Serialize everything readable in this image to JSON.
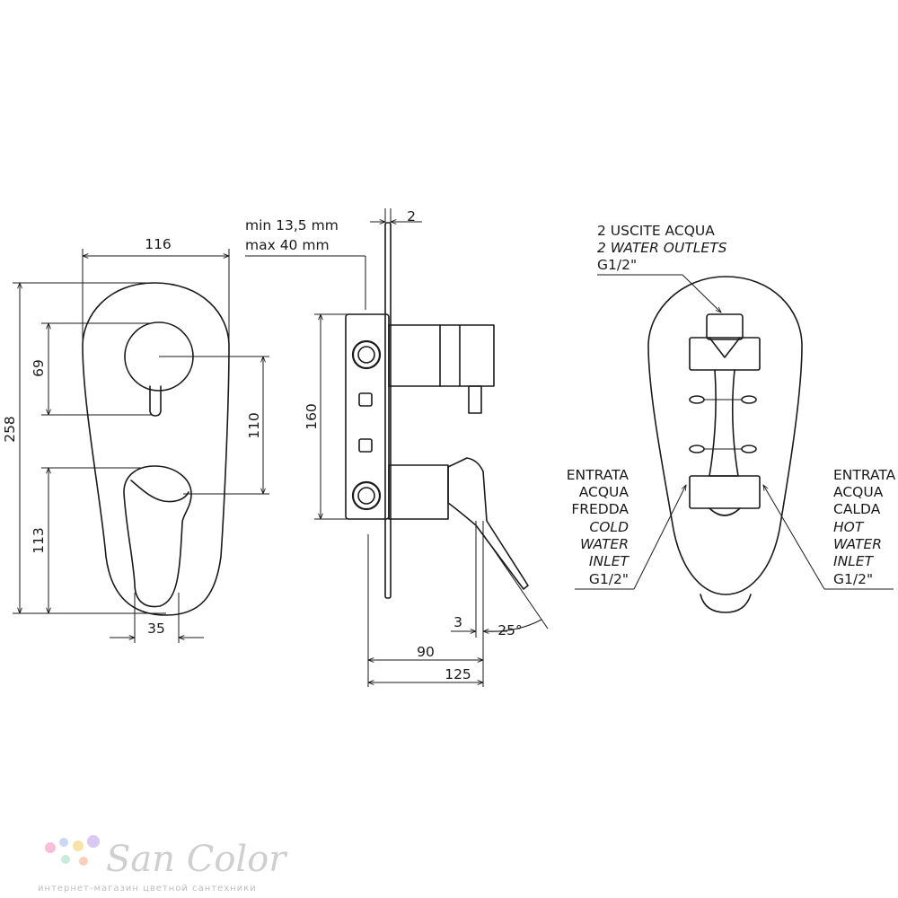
{
  "dimensions": {
    "front_width": "116",
    "front_height_total": "258",
    "upper_handle_offset": "69",
    "handle_spacing": "110",
    "lower_handle_offset": "113",
    "lever_width": "35",
    "box_height": "160",
    "plate_thickness": "2",
    "wall_depth_min": "min 13,5 mm",
    "wall_depth_max": "max 40 mm",
    "lever_gap": "3",
    "lever_angle": "25°",
    "depth_90": "90",
    "depth_125": "125"
  },
  "labels": {
    "outlets": [
      "2 USCITE ACQUA",
      "2 WATER OUTLETS",
      "G1/2\""
    ],
    "cold_inlet": [
      "ENTRATA",
      "ACQUA",
      "FREDDA",
      "COLD",
      "WATER",
      "INLET",
      "G1/2\""
    ],
    "hot_inlet": [
      "ENTRATA",
      "ACQUA",
      "CALDA",
      "HOT",
      "WATER",
      "INLET",
      "G1/2\""
    ]
  },
  "logo": {
    "name": "San Color",
    "tagline": "интернет-магазин цветной сантехники",
    "dot_colors": [
      "#f5c0d8",
      "#c9d8f5",
      "#f7e2a8",
      "#d8c8f2",
      "#c8ecd8",
      "#f6d0b8"
    ]
  }
}
